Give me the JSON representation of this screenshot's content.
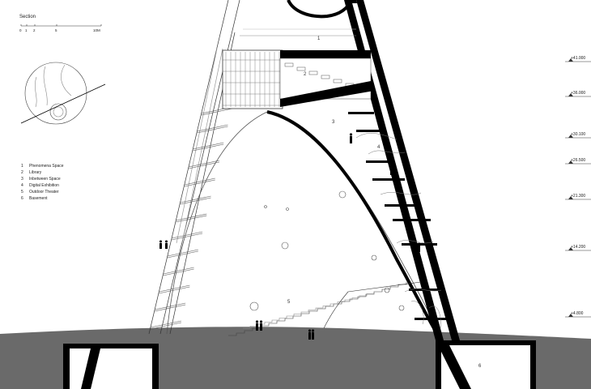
{
  "drawing": {
    "title": "Section",
    "scale_labels": [
      "0",
      "1",
      "2",
      "5",
      "10M"
    ],
    "legend": [
      {
        "num": "1",
        "label": "Phenomena Space"
      },
      {
        "num": "2",
        "label": "Library"
      },
      {
        "num": "3",
        "label": "Inbetween Space"
      },
      {
        "num": "4",
        "label": "Digital Exhibition"
      },
      {
        "num": "5",
        "label": "Outdoor Theater"
      },
      {
        "num": "6",
        "label": "Basement"
      }
    ],
    "room_numbers": [
      "1",
      "2",
      "3",
      "4",
      "5",
      "6"
    ],
    "levels": [
      "+41.000",
      "+36.000",
      "+30.100",
      "+26.500",
      "+21.300",
      "+14.200",
      "+4.800"
    ]
  }
}
